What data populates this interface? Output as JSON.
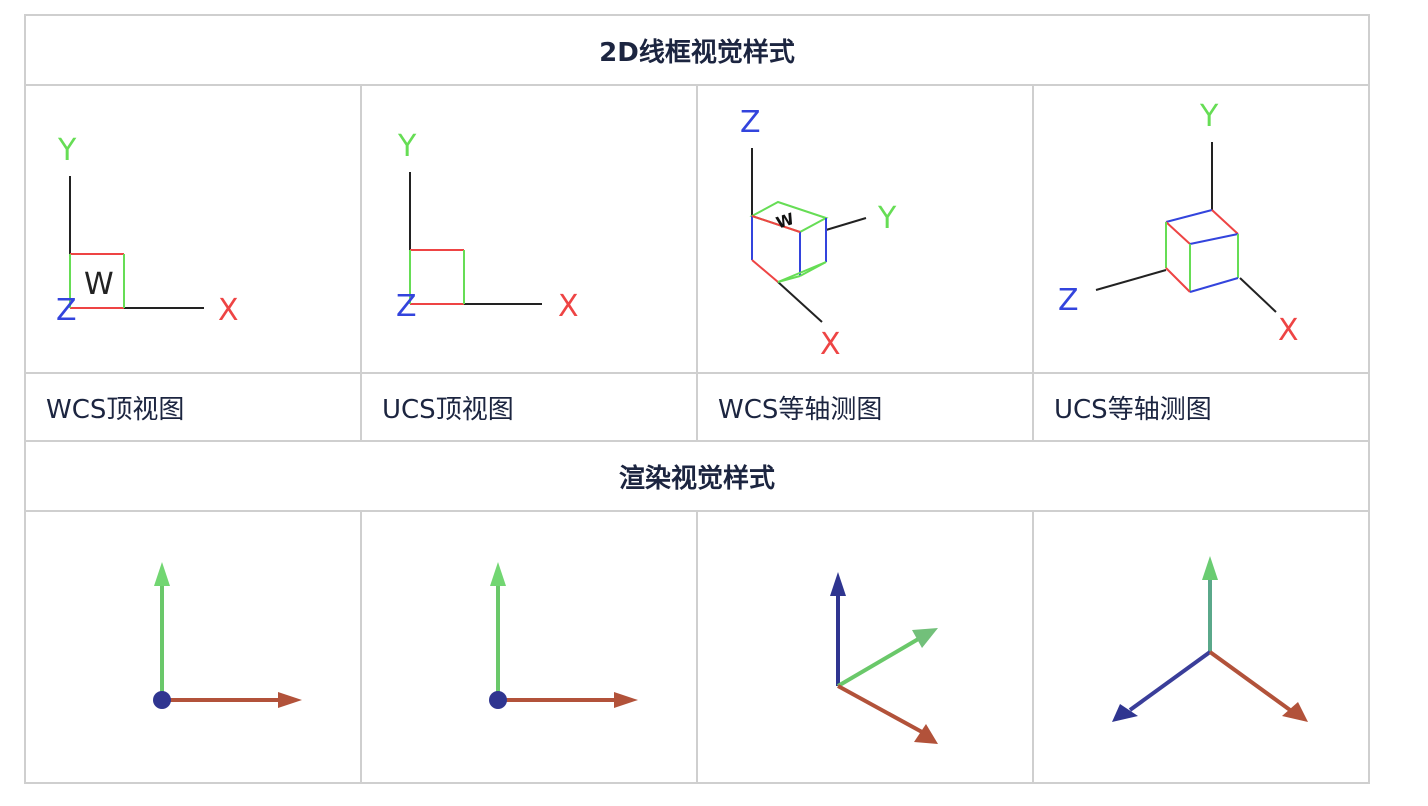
{
  "sections": {
    "wireframe_title": "2D线框视觉样式",
    "rendered_title": "渲染视觉样式"
  },
  "captions": [
    "WCS顶视图",
    "UCS顶视图",
    "WCS等轴测图",
    "UCS等轴测图"
  ],
  "axis_labels": {
    "x": "X",
    "y": "Y",
    "z": "Z",
    "w": "W"
  },
  "colors": {
    "x_axis": "#ee4444",
    "y_axis": "#66dd55",
    "z_axis": "#3344dd",
    "border": "#cfcfcf",
    "text": "#1c2540"
  }
}
